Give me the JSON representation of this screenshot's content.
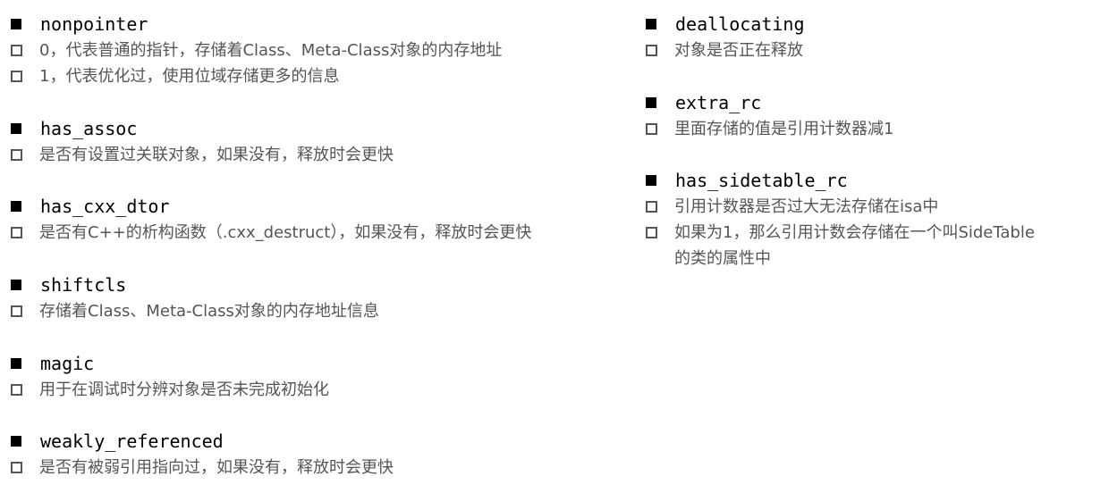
{
  "left_sections": [
    {
      "title": "nonpointer",
      "items": [
        "0，代表普通的指针，存储着Class、Meta-Class对象的内存地址",
        "1，代表优化过，使用位域存储更多的信息"
      ]
    },
    {
      "title": "has_assoc",
      "items": [
        "是否有设置过关联对象，如果没有，释放时会更快"
      ]
    },
    {
      "title": "has_cxx_dtor",
      "items": [
        "是否有C++的析构函数（.cxx_destruct），如果没有，释放时会更快"
      ]
    },
    {
      "title": "shiftcls",
      "items": [
        "存储着Class、Meta-Class对象的内存地址信息"
      ]
    },
    {
      "title": "magic",
      "items": [
        "用于在调试时分辨对象是否未完成初始化"
      ]
    },
    {
      "title": "weakly_referenced",
      "items": [
        "是否有被弱引用指向过，如果没有，释放时会更快"
      ]
    }
  ],
  "right_sections": [
    {
      "title": "deallocating",
      "items": [
        "对象是否正在释放"
      ]
    },
    {
      "title": "extra_rc",
      "items": [
        "里面存储的值是引用计数器减1"
      ]
    },
    {
      "title": "has_sidetable_rc",
      "items": [
        "引用计数器是否过大无法存储在isa中",
        "如果为1，那么引用计数会存储在一个叫SideTable\n的类的属性中"
      ]
    }
  ]
}
